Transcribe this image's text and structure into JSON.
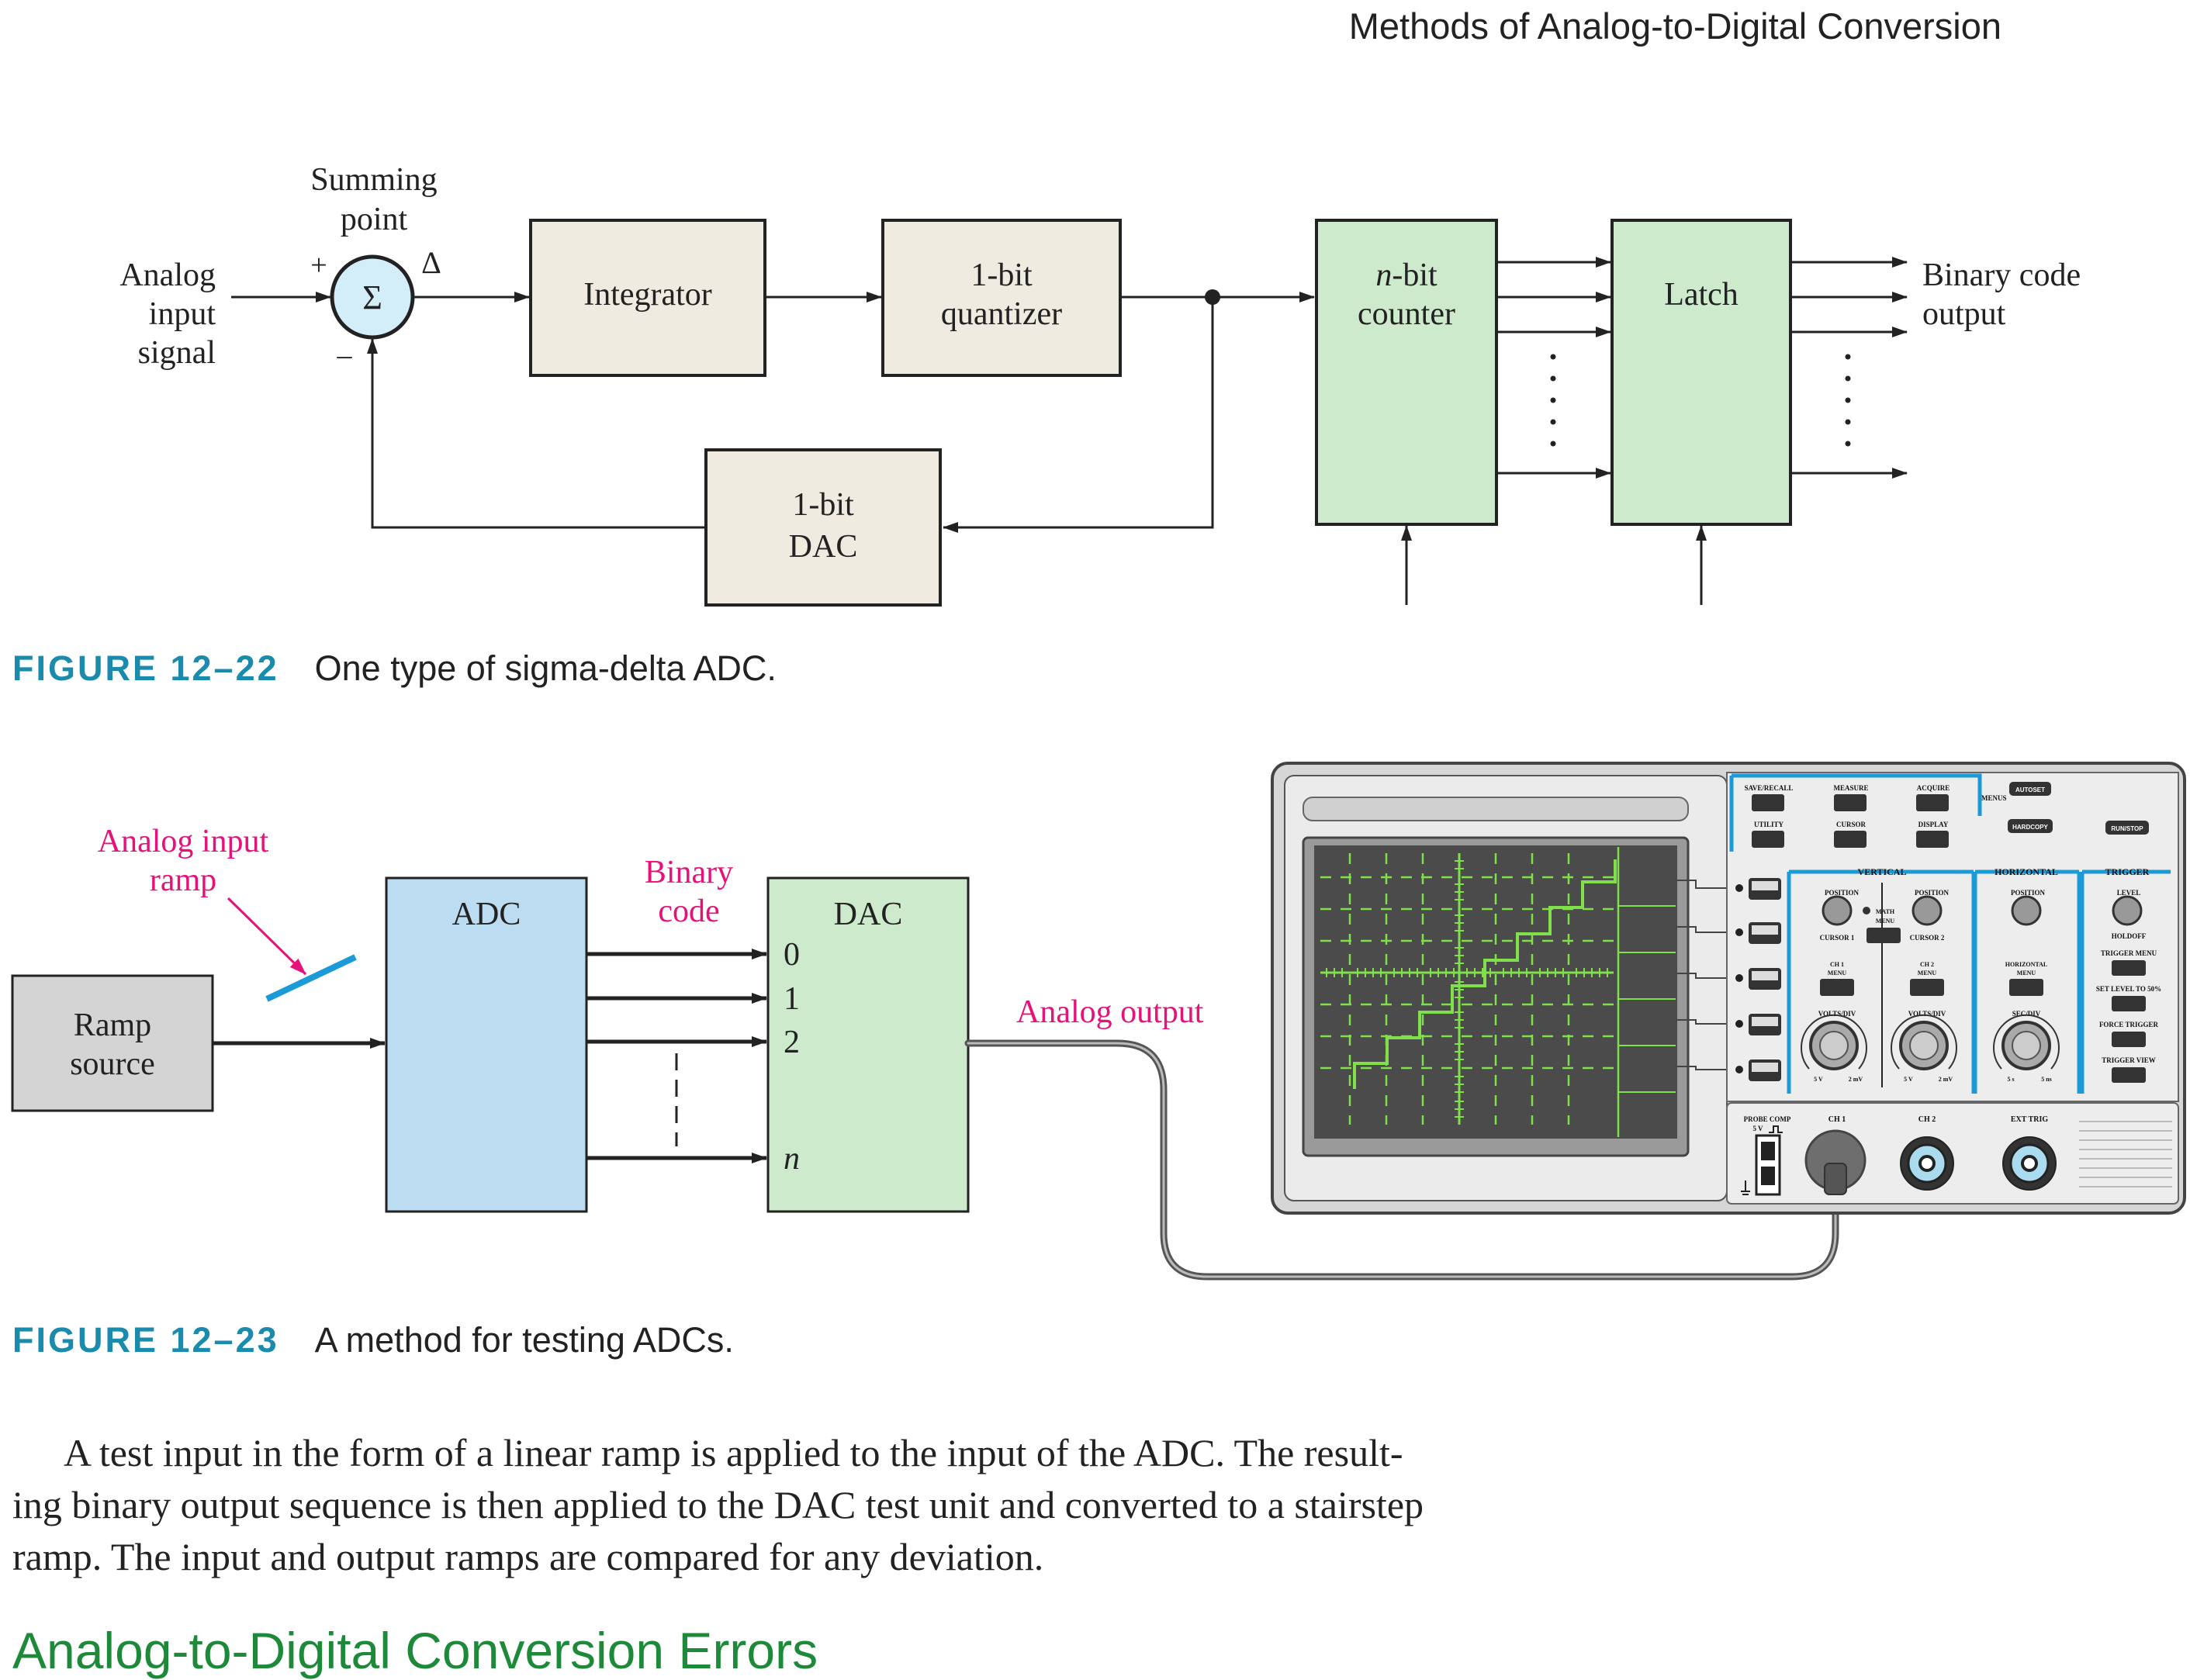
{
  "running_head": "Methods of Analog-to-Digital Conversion",
  "figure_22": {
    "number": "FIGURE 12–22",
    "caption": "One type of sigma-delta ADC.",
    "summing_label": [
      "Summing",
      "point"
    ],
    "plus": "+",
    "minus": "–",
    "delta": "Δ",
    "sigma": "Σ",
    "input_label": [
      "Analog",
      "input",
      "signal"
    ],
    "integrator": "Integrator",
    "quantizer": [
      "1-bit",
      "quantizer"
    ],
    "dac": [
      "1-bit",
      "DAC"
    ],
    "counter_italic": "n",
    "counter_rest": "-bit",
    "counter_line2": "counter",
    "latch": "Latch",
    "output_label": [
      "Binary code",
      "output"
    ]
  },
  "figure_23": {
    "number": "FIGURE 12–23",
    "caption": "A method for testing ADCs.",
    "ramp_label": [
      "Analog input",
      "ramp"
    ],
    "ramp_source": [
      "Ramp",
      "source"
    ],
    "adc": "ADC",
    "binary_code": [
      "Binary",
      "code"
    ],
    "dac": "DAC",
    "dac_inputs": [
      "0",
      "1",
      "2"
    ],
    "dac_input_n": "n",
    "analog_output": "Analog output",
    "scope": {
      "menus_label": "MENUS",
      "top_buttons": [
        "SAVE/RECALL",
        "MEASURE",
        "ACQUIRE",
        "UTILITY",
        "CURSOR",
        "DISPLAY"
      ],
      "autoset": "AUTOSET",
      "hardcopy": "HARDCOPY",
      "run_stop": "RUN/STOP",
      "vertical": "VERTICAL",
      "horizontal": "HORIZONTAL",
      "trigger": "TRIGGER",
      "position": "POSITION",
      "math_menu": [
        "MATH",
        "MENU"
      ],
      "cursor1": "CURSOR 1",
      "cursor2": "CURSOR 2",
      "ch1_menu": [
        "CH 1",
        "MENU"
      ],
      "ch2_menu": [
        "CH 2",
        "MENU"
      ],
      "horiz_menu": [
        "HORIZONTAL",
        "MENU"
      ],
      "volts_div": "VOLTS/DIV",
      "sec_div": "SEC/DIV",
      "volt_range": [
        "5 V",
        "2 mV"
      ],
      "sec_range": [
        "5 s",
        "5 ns"
      ],
      "level": "LEVEL",
      "holdoff": "HOLDOFF",
      "trigger_menu": "TRIGGER MENU",
      "set_level": "SET LEVEL TO 50%",
      "force_trigger": "FORCE TRIGGER",
      "trigger_view": "TRIGGER VIEW",
      "probe_comp": [
        "PROBE COMP",
        "5 V"
      ],
      "ch1": "CH 1",
      "ch2": "CH 2",
      "ext_trig": "EXT TRIG"
    }
  },
  "body_text": [
    "A test input in the form of a linear ramp is applied to the input of the ADC. The result-",
    "ing binary output sequence is then applied to the DAC test unit and converted to a stairstep",
    "ramp. The input and output ramps are compared for any deviation."
  ],
  "section_heading": "Analog-to-Digital Conversion Errors",
  "colors": {
    "figure_label": "#1a8aad",
    "section_heading": "#1d8a3a",
    "annotation": "#e5127a",
    "beige_block": "#efebe1",
    "green_block": "#cdeacd",
    "blue_block": "#bcdcf2",
    "trace": "#7fe04a",
    "panel_outline": "#1a9ad7"
  }
}
